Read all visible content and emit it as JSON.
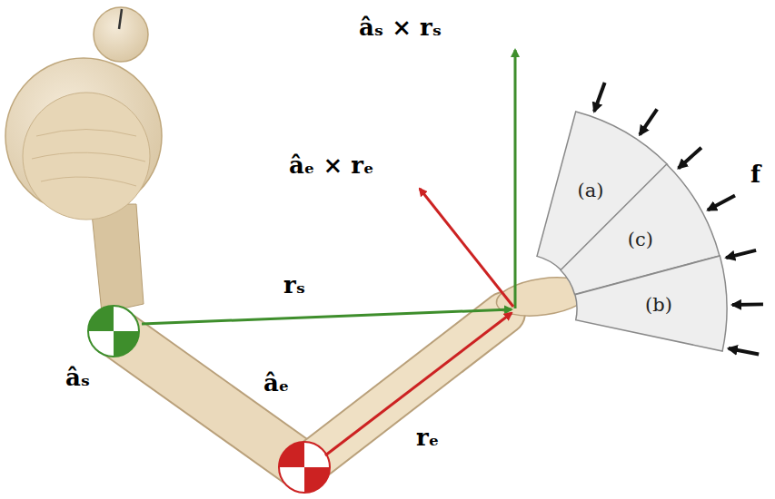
{
  "diagram": {
    "nodes": [
      {
        "text": [
          "(a)"
        ]
      },
      {
        "text": [
          "(c)"
        ]
      },
      {
        "text": [
          "(b)"
        ]
      }
    ],
    "labels": [
      "âₛ × rₛ",
      "âₑ × rₑ",
      "rₛ",
      "rₑ",
      "âₛ",
      "âₑ",
      "f"
    ]
  }
}
